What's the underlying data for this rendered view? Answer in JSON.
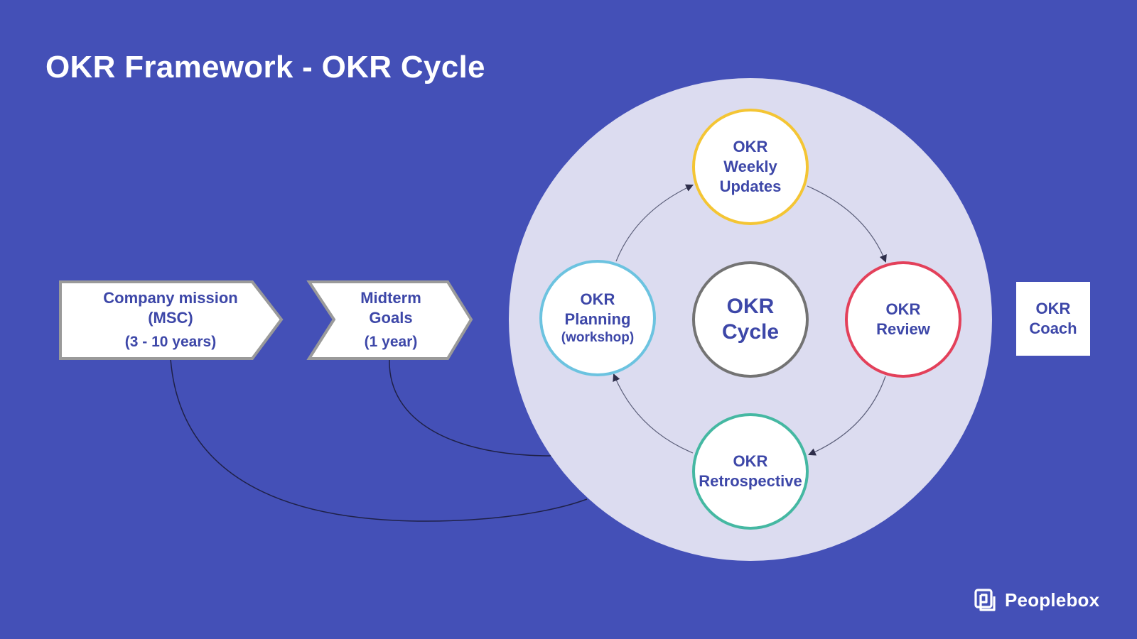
{
  "title": "OKR Framework - OKR Cycle",
  "steps": [
    {
      "lines": [
        "Company mission",
        "(MSC)"
      ],
      "sub": "(3 - 10 years)"
    },
    {
      "lines": [
        "Midterm",
        "Goals"
      ],
      "sub": "(1 year)"
    }
  ],
  "cycle": {
    "center": [
      "OKR",
      "Cycle"
    ],
    "weekly": [
      "OKR",
      "Weekly",
      "Updates"
    ],
    "review": [
      "OKR",
      "Review"
    ],
    "retro": [
      "OKR",
      "Retrospective"
    ],
    "planning": [
      "OKR",
      "Planning",
      "(workshop)"
    ]
  },
  "coach": [
    "OKR",
    "Coach"
  ],
  "brand": {
    "name": "Peoplebox",
    "icon": "peoplebox-logo-icon"
  },
  "colors": {
    "background": "#4450b7",
    "text": "#3d47a8",
    "cycle_disc": "#dcdcf0",
    "weekly_border": "#f4c534",
    "review_border": "#e3405a",
    "retro_border": "#45b8a2",
    "planning_border": "#6cc3e0",
    "center_border": "#737373"
  }
}
